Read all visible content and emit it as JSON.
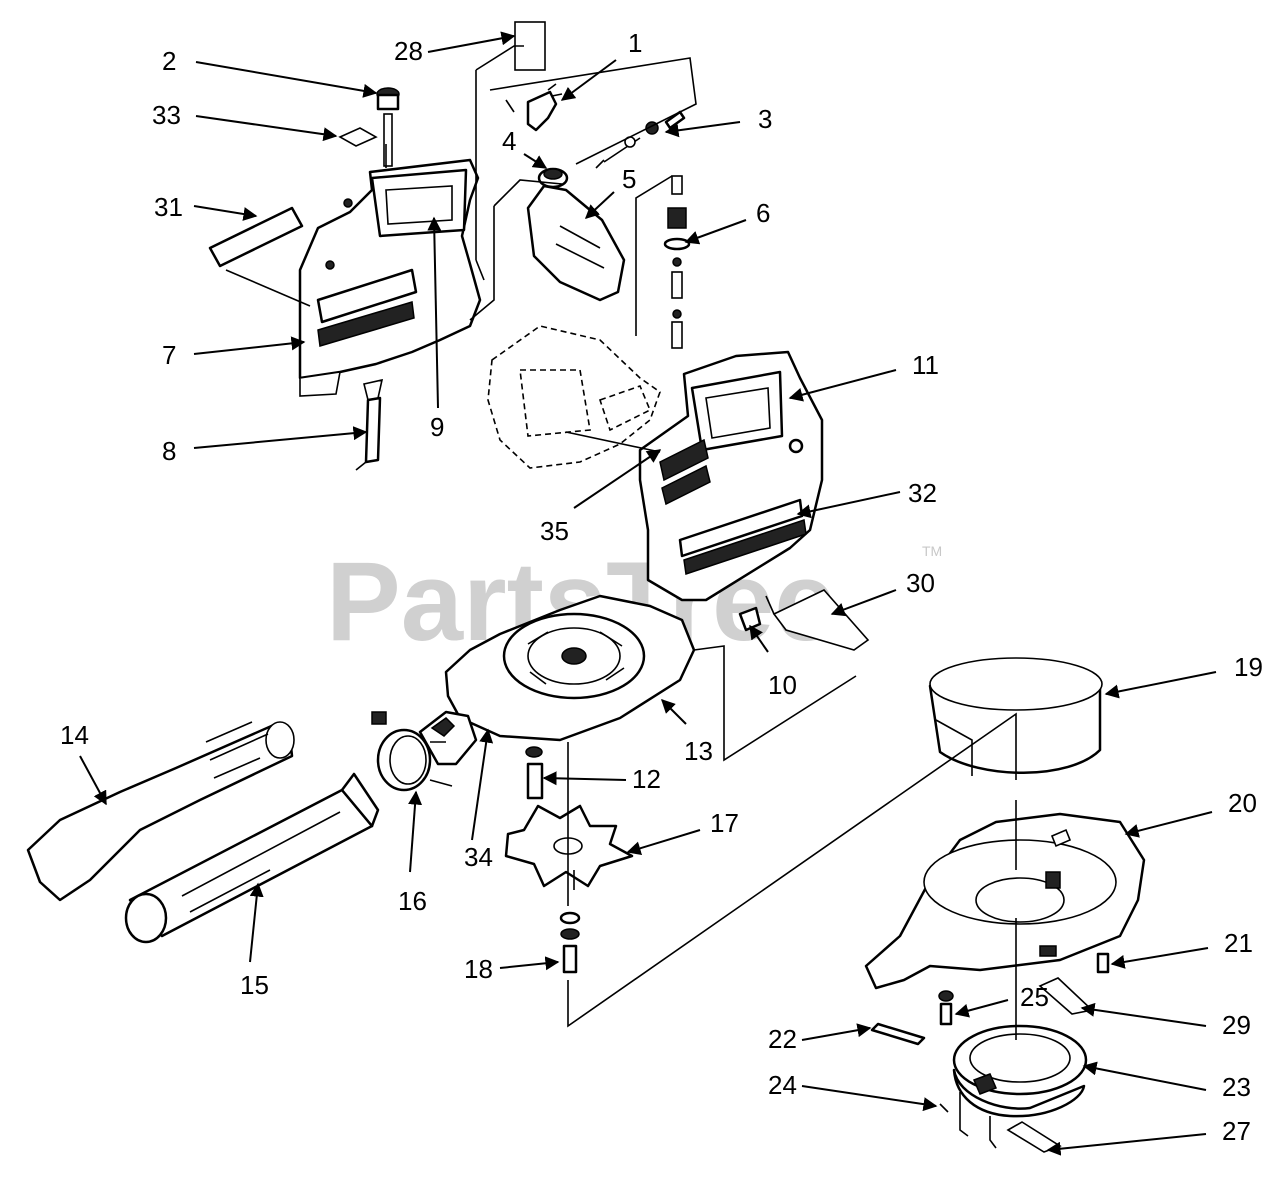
{
  "watermark": {
    "text": "PartsTree",
    "trademark": "TM"
  },
  "callouts": [
    "1",
    "2",
    "3",
    "4",
    "5",
    "6",
    "7",
    "8",
    "9",
    "10",
    "11",
    "12",
    "13",
    "14",
    "15",
    "16",
    "17",
    "18",
    "19",
    "20",
    "21",
    "22",
    "23",
    "24",
    "25",
    "27",
    "28",
    "29",
    "30",
    "31",
    "32",
    "33",
    "34",
    "35"
  ]
}
